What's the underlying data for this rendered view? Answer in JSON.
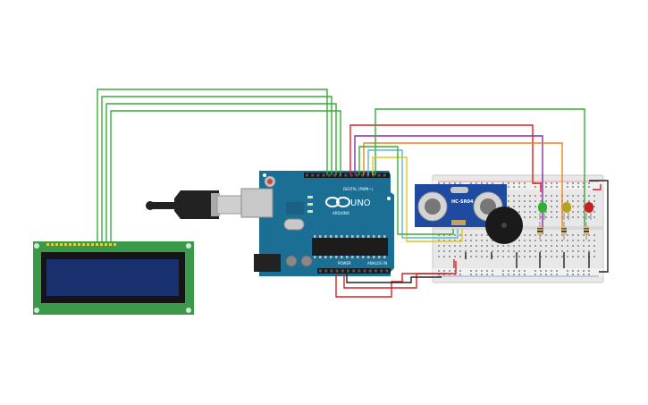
{
  "arduino": {
    "brand": "ARDUINO",
    "model": "UNO",
    "digital_header": "DIGITAL (PWM~)",
    "power_header": "POWER",
    "analog_header": "ANALOG IN",
    "color": "#1c6f94"
  },
  "sensor": {
    "label": "HC-SR04",
    "color": "#1e4aa0"
  },
  "lcd": {
    "rows": 2,
    "columns": 16,
    "board_color": "#3a9a4a",
    "screen_color": "#1a3170"
  },
  "leds": [
    {
      "name": "green-led",
      "color": "#2fb02f"
    },
    {
      "name": "yellow-led",
      "color": "#b8a020"
    },
    {
      "name": "red-led",
      "color": "#c82020"
    }
  ],
  "wire_colors": {
    "lcd": "#3aaa3a",
    "red": "#d82020",
    "black": "#222222",
    "purple": "#8a2aa8",
    "orange": "#e8861a",
    "yellow": "#e0c81a",
    "cyan": "#5ab8c8",
    "green": "#3aaa3a"
  }
}
